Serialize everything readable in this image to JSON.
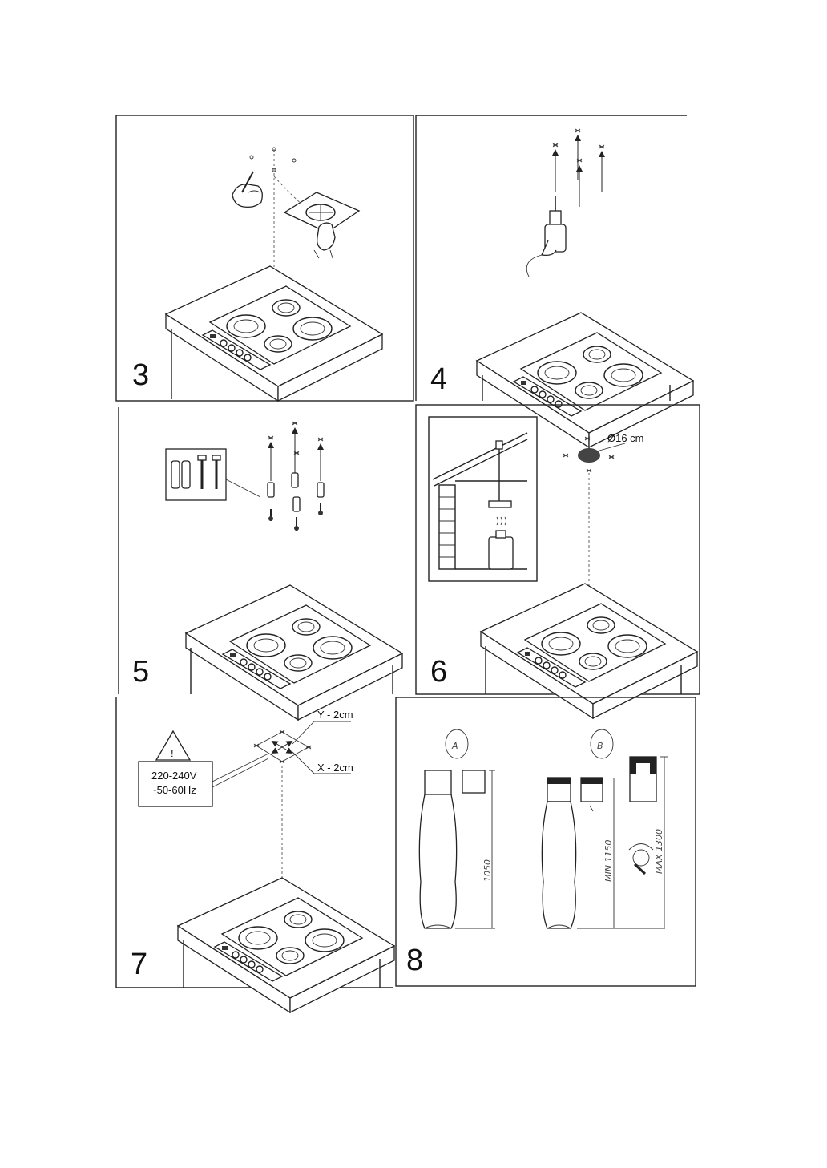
{
  "steps": [
    {
      "number": "3"
    },
    {
      "number": "4"
    },
    {
      "number": "5"
    },
    {
      "number": "6",
      "hole_label": "Ø16 cm"
    },
    {
      "number": "7",
      "y_label": "Y - 2cm",
      "x_label": "X - 2cm",
      "voltage": "220-240V",
      "frequency": "~50-60Hz",
      "warning_symbol": "!"
    },
    {
      "number": "8",
      "variant_a": "A",
      "variant_b": "B",
      "dim_a": "1050",
      "dim_b_min": "MIN 1150",
      "dim_b_max": "MAX 1300"
    }
  ],
  "icons": [
    "hand-pencil-icon",
    "drill-icon",
    "wall-plug-icon",
    "warning-triangle-icon",
    "hood-icon"
  ]
}
